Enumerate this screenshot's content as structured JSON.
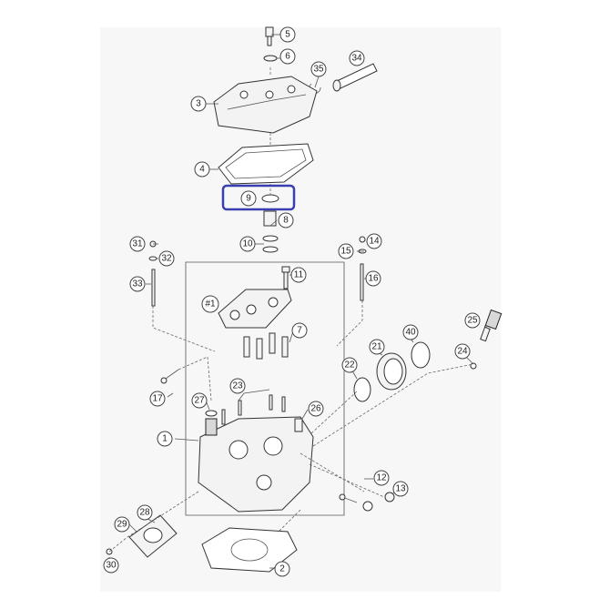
{
  "callouts": [
    {
      "id": "c5",
      "label": "5"
    },
    {
      "id": "c6",
      "label": "6"
    },
    {
      "id": "c34",
      "label": "34"
    },
    {
      "id": "c35",
      "label": "35"
    },
    {
      "id": "c3",
      "label": "3"
    },
    {
      "id": "c4",
      "label": "4"
    },
    {
      "id": "c9",
      "label": "9"
    },
    {
      "id": "c8",
      "label": "8"
    },
    {
      "id": "c10",
      "label": "10"
    },
    {
      "id": "c31",
      "label": "31"
    },
    {
      "id": "c32",
      "label": "32"
    },
    {
      "id": "c33",
      "label": "33"
    },
    {
      "id": "c14",
      "label": "14"
    },
    {
      "id": "c15",
      "label": "15"
    },
    {
      "id": "c16",
      "label": "16"
    },
    {
      "id": "c11",
      "label": "11"
    },
    {
      "id": "c1h",
      "label": "#1"
    },
    {
      "id": "c7",
      "label": "7"
    },
    {
      "id": "c25",
      "label": "25"
    },
    {
      "id": "c40",
      "label": "40"
    },
    {
      "id": "c21",
      "label": "21"
    },
    {
      "id": "c24",
      "label": "24"
    },
    {
      "id": "c22",
      "label": "22"
    },
    {
      "id": "c23",
      "label": "23"
    },
    {
      "id": "c17",
      "label": "17"
    },
    {
      "id": "c27",
      "label": "27"
    },
    {
      "id": "c26",
      "label": "26"
    },
    {
      "id": "c1",
      "label": "1"
    },
    {
      "id": "c12",
      "label": "12"
    },
    {
      "id": "c13",
      "label": "13"
    },
    {
      "id": "c28",
      "label": "28"
    },
    {
      "id": "c29",
      "label": "29"
    },
    {
      "id": "c30",
      "label": "30"
    },
    {
      "id": "c2",
      "label": "2"
    }
  ],
  "highlight": {
    "color": "#3a3fb0",
    "parts": [
      "9"
    ]
  },
  "colors": {
    "lines": "#555555",
    "background": "#ffffff"
  }
}
